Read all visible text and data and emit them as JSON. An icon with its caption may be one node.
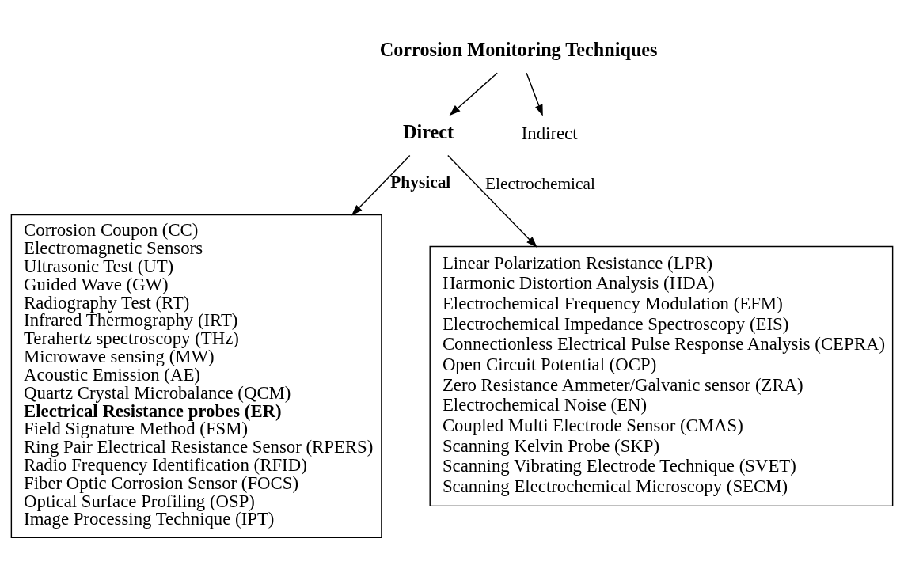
{
  "diagram": {
    "nodes": [
      {
        "text": [
          "Corrosion Monitoring Techniques"
        ]
      },
      {
        "text": [
          "Direct"
        ]
      },
      {
        "text": [
          "Indirect"
        ]
      },
      {
        "text": [
          "Corrosion Coupon (CC)",
          "Electromagnetic Sensors",
          "Ultrasonic Test (UT)",
          "Guided Wave (GW)",
          "Radiography Test (RT)",
          "Infrared Thermography (IRT)",
          "Terahertz spectroscopy (THz)",
          "Microwave sensing (MW)",
          "Acoustic Emission (AE)",
          "Quartz Crystal Microbalance (QCM)",
          "**Electrical Resistance probes (ER)**",
          "Field Signature Method (FSM)",
          "Ring Pair Electrical Resistance Sensor (RPERS)",
          "Radio Frequency Identification (RFID)",
          "Fiber Optic Corrosion Sensor (FOCS)",
          "Optical Surface Profiling (OSP)",
          "Image Processing Technique (IPT)"
        ]
      },
      {
        "text": [
          "Linear Polarization Resistance (LPR)",
          "Harmonic Distortion Analysis (HDA)",
          "Electrochemical Frequency Modulation (EFM)",
          "Electrochemical Impedance Spectroscopy (EIS)",
          "Connectionless Electrical Pulse Response Analysis (CEPRA)",
          "Open Circuit Potential (OCP)",
          "Zero Resistance Ammeter/Galvanic sensor (ZRA)",
          "Electrochemical Noise (EN)",
          "Coupled Multi Electrode Sensor (CMAS)",
          "Scanning Kelvin Probe (SKP)",
          "Scanning Vibrating Electrode Technique (SVET)",
          "Scanning Electrochemical Microscopy (SECM)"
        ]
      }
    ],
    "edges": [
      {
        "from": 0,
        "to": 1,
        "arrow": "to"
      },
      {
        "from": 0,
        "to": 2,
        "arrow": "to"
      },
      {
        "from": 1,
        "to": 3,
        "arrow": "to",
        "label": "**Physical**"
      },
      {
        "from": 1,
        "to": 4,
        "arrow": "to",
        "label": "Electrochemical"
      }
    ]
  }
}
